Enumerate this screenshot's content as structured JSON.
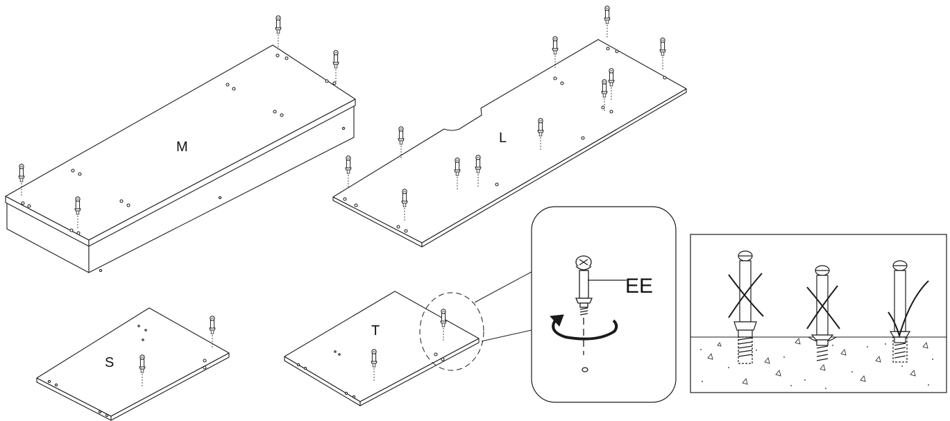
{
  "labels": {
    "panel_m": "M",
    "panel_l": "L",
    "panel_s": "S",
    "panel_t": "T",
    "part_ee": "EE"
  },
  "colors": {
    "line": "#1a1a1a",
    "background": "#ffffff"
  },
  "icons": {
    "cam_bolt": "cam-bolt-icon",
    "rotation_arrow": "rotate-arrow-icon",
    "wrong_mark": "x-mark-icon",
    "right_mark": "check-mark-icon"
  }
}
